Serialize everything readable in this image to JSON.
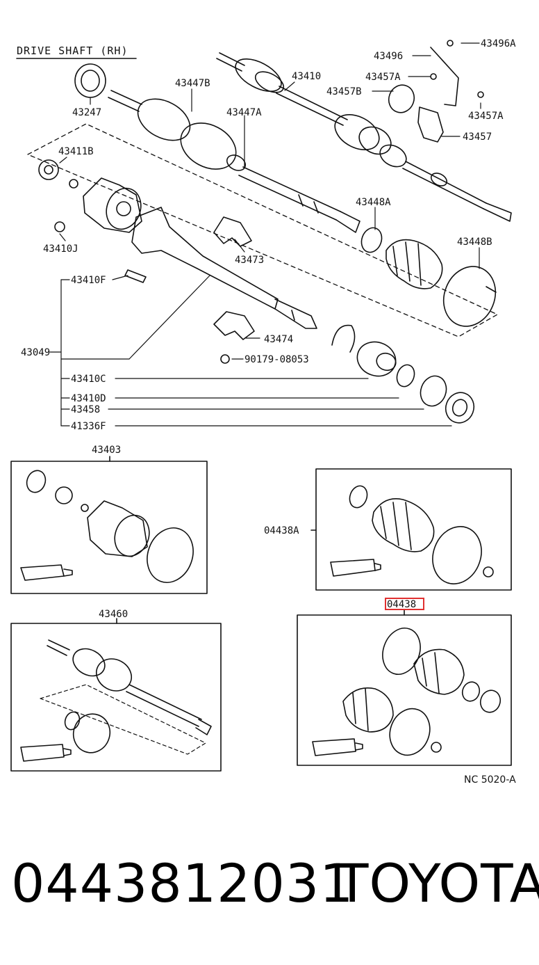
{
  "diagram_title": "DRIVE SHAFT (RH)",
  "drawing_code": "NC 5020-A",
  "part_number": "0443812031",
  "brand": "TOYOTA",
  "highlight_color": "#e03030",
  "labels": {
    "l43496A": "43496A",
    "l43496": "43496",
    "l43410": "43410",
    "l43457A_top": "43457A",
    "l43457B": "43457B",
    "l43447B": "43447B",
    "l43457A_right": "43457A",
    "l43247": "43247",
    "l43447A": "43447A",
    "l43457": "43457",
    "l43411B": "43411B",
    "l43448A": "43448A",
    "l43448B": "43448B",
    "l43410J": "43410J",
    "l43473": "43473",
    "l43410F": "43410F",
    "l43474": "43474",
    "l43049": "43049",
    "l90179": "90179-08053",
    "l43410C": "43410C",
    "l43410D": "43410D",
    "l43458": "43458",
    "l41336F": "41336F",
    "l43403": "43403",
    "l04438A": "04438A",
    "l43460": "43460",
    "l04438": "04438"
  }
}
